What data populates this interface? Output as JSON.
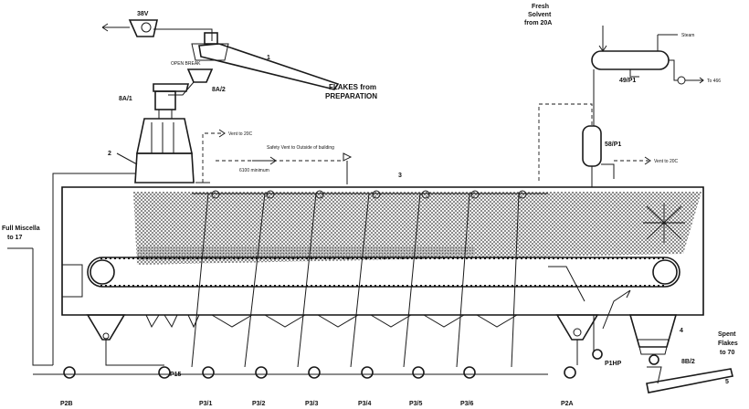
{
  "labels": {
    "fan": "38V",
    "conveyor_num": "1",
    "open_break": "OPEN BREAK",
    "flakes_feed_line1": "FLAKES from",
    "flakes_feed_line2": "PREPARATION",
    "hopper_left": "8A/1",
    "hopper_right": "8A/2",
    "fresh_solvent_line1": "Fresh",
    "fresh_solvent_line2": "Solvent",
    "fresh_solvent_line3": "from 20A",
    "steam": "Steam",
    "heater": "49/P1",
    "to_line": "To 466",
    "vessel": "58/P1",
    "vent_left": "Vent to 20C",
    "vent_right": "Vent to 20C",
    "safety_vent": "Safety Vent to Outside of building",
    "minimum": "6100 minimum",
    "extractor_num": "3",
    "inlet_num": "2",
    "miscella_line1": "Full Miscella",
    "miscella_line2": "to 17",
    "dryer_num": "4",
    "spent_line1": "Spent",
    "spent_line2": "Flakes",
    "spent_line3": "to 70",
    "conveyor_out_num": "5",
    "p1hp": "P1HP",
    "valve_8b2": "8B/2"
  },
  "pumps": [
    "P2B",
    "P15",
    "P3/1",
    "P3/2",
    "P3/3",
    "P3/4",
    "P3/5",
    "P3/6",
    "P2A"
  ]
}
